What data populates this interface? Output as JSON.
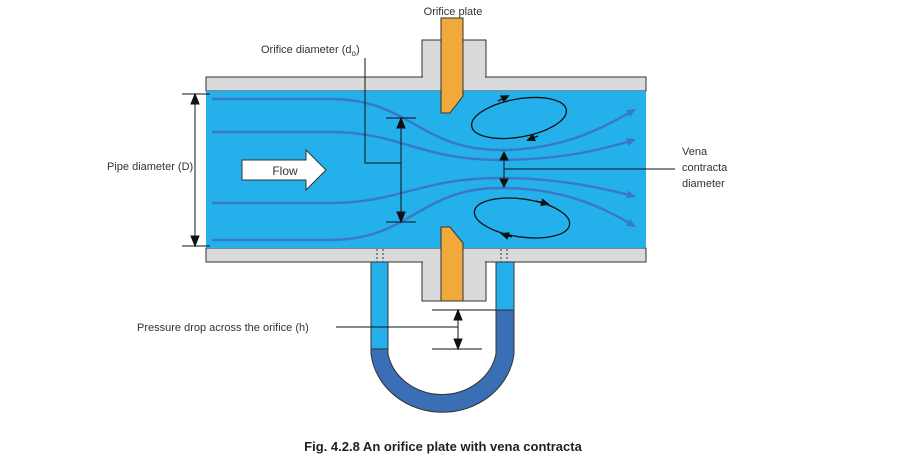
{
  "labels": {
    "orifice_plate": "Orifice plate",
    "orifice_diameter": "Orifice diameter (d",
    "orifice_diameter_sub": "o",
    "orifice_diameter_close": ")",
    "pipe_diameter": "Pipe diameter (D)",
    "flow": "Flow",
    "vena_line1": "Vena",
    "vena_line2": "contracta",
    "vena_line3": "diameter",
    "pressure_drop": "Pressure drop across the orifice (h)"
  },
  "caption": "Fig. 4.2.8 An orifice plate with vena contracta",
  "colors": {
    "fluid": "#24B0EA",
    "pipe_wall": "#D9DADB",
    "orifice": "#F2A93B",
    "streamline": "#3A78C3",
    "manometer_fluid": "#3A6FB6",
    "manometer_tube": "#24B0EA",
    "outline": "#333333"
  }
}
